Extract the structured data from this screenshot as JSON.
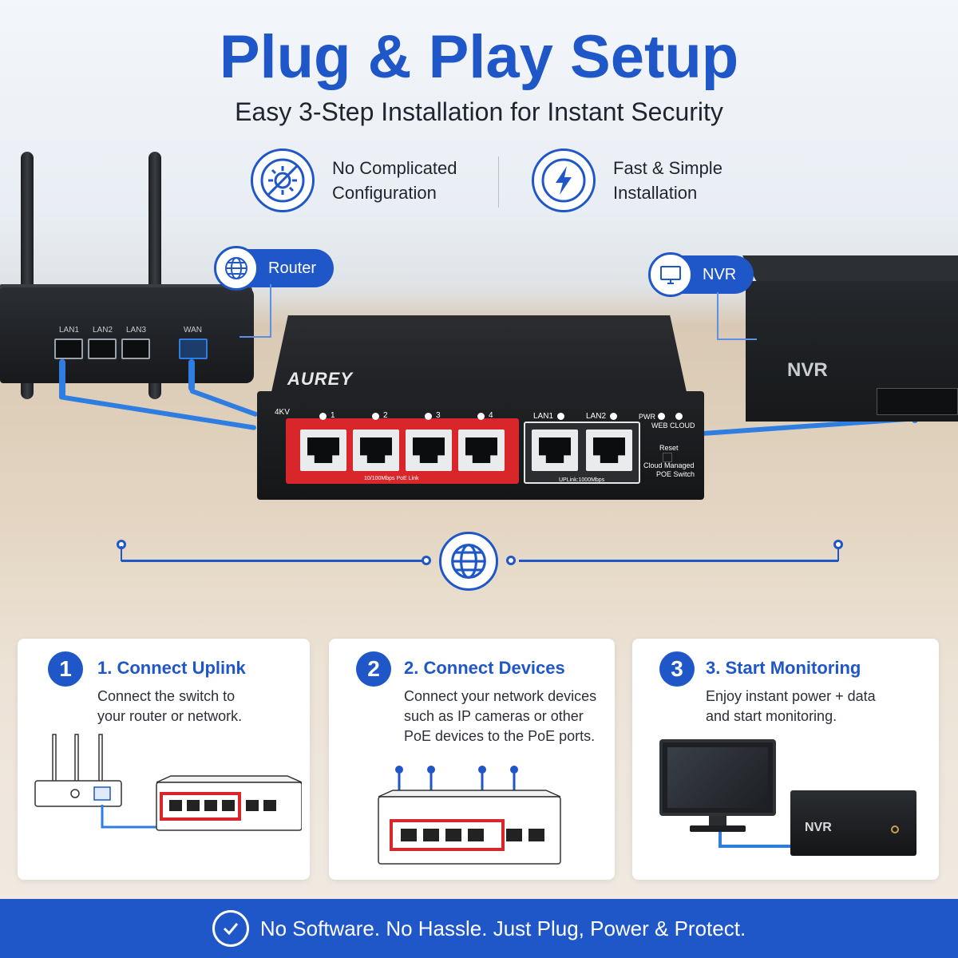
{
  "header": {
    "title": "Plug & Play Setup",
    "subtitle": "Easy 3-Step Installation for Instant Security"
  },
  "features": [
    {
      "line1": "No Complicated",
      "line2": "Configuration",
      "icon": "no-gear-icon"
    },
    {
      "line1": "Fast & Simple",
      "line2": "Installation",
      "icon": "lightning-icon"
    }
  ],
  "tags": {
    "router": {
      "label": "Router",
      "icon": "globe-icon"
    },
    "nvr": {
      "label": "NVR",
      "icon": "monitor-icon"
    }
  },
  "router": {
    "ports": [
      "LAN1",
      "LAN2",
      "LAN3",
      "WAN"
    ]
  },
  "switch": {
    "brand": "AUREY",
    "rating": "4KV",
    "poe_ports": [
      "1",
      "2",
      "3",
      "4"
    ],
    "uplink_ports": [
      "LAN1",
      "LAN2"
    ],
    "poe_caption": "10/100Mbps PoE Link",
    "uplink_caption": "UPLink:1000Mbps",
    "indicators": [
      "PWR",
      "WEB CLOUD"
    ],
    "reset": "Reset",
    "model_line1": "Cloud Managed",
    "model_line2": "POE Switch"
  },
  "nvr_device": {
    "label": "NVR"
  },
  "steps": [
    {
      "num": "1",
      "title": "1. Connect Uplink",
      "desc": "Connect the switch to your router or network."
    },
    {
      "num": "2",
      "title": "2. Connect Devices",
      "desc": "Connect your network devices such as IP cameras or other PoE devices to the PoE ports."
    },
    {
      "num": "3",
      "title": "3. Start Monitoring",
      "desc": "Enjoy instant power + data and start monitoring."
    }
  ],
  "step3_nvr_label": "NVR",
  "footer": {
    "text": "No Software. No Hassle. Just Plug, Power & Protect."
  },
  "colors": {
    "brand_blue": "#1f56c8",
    "poe_red": "#d8262a",
    "cable_blue": "#2f7de0"
  }
}
